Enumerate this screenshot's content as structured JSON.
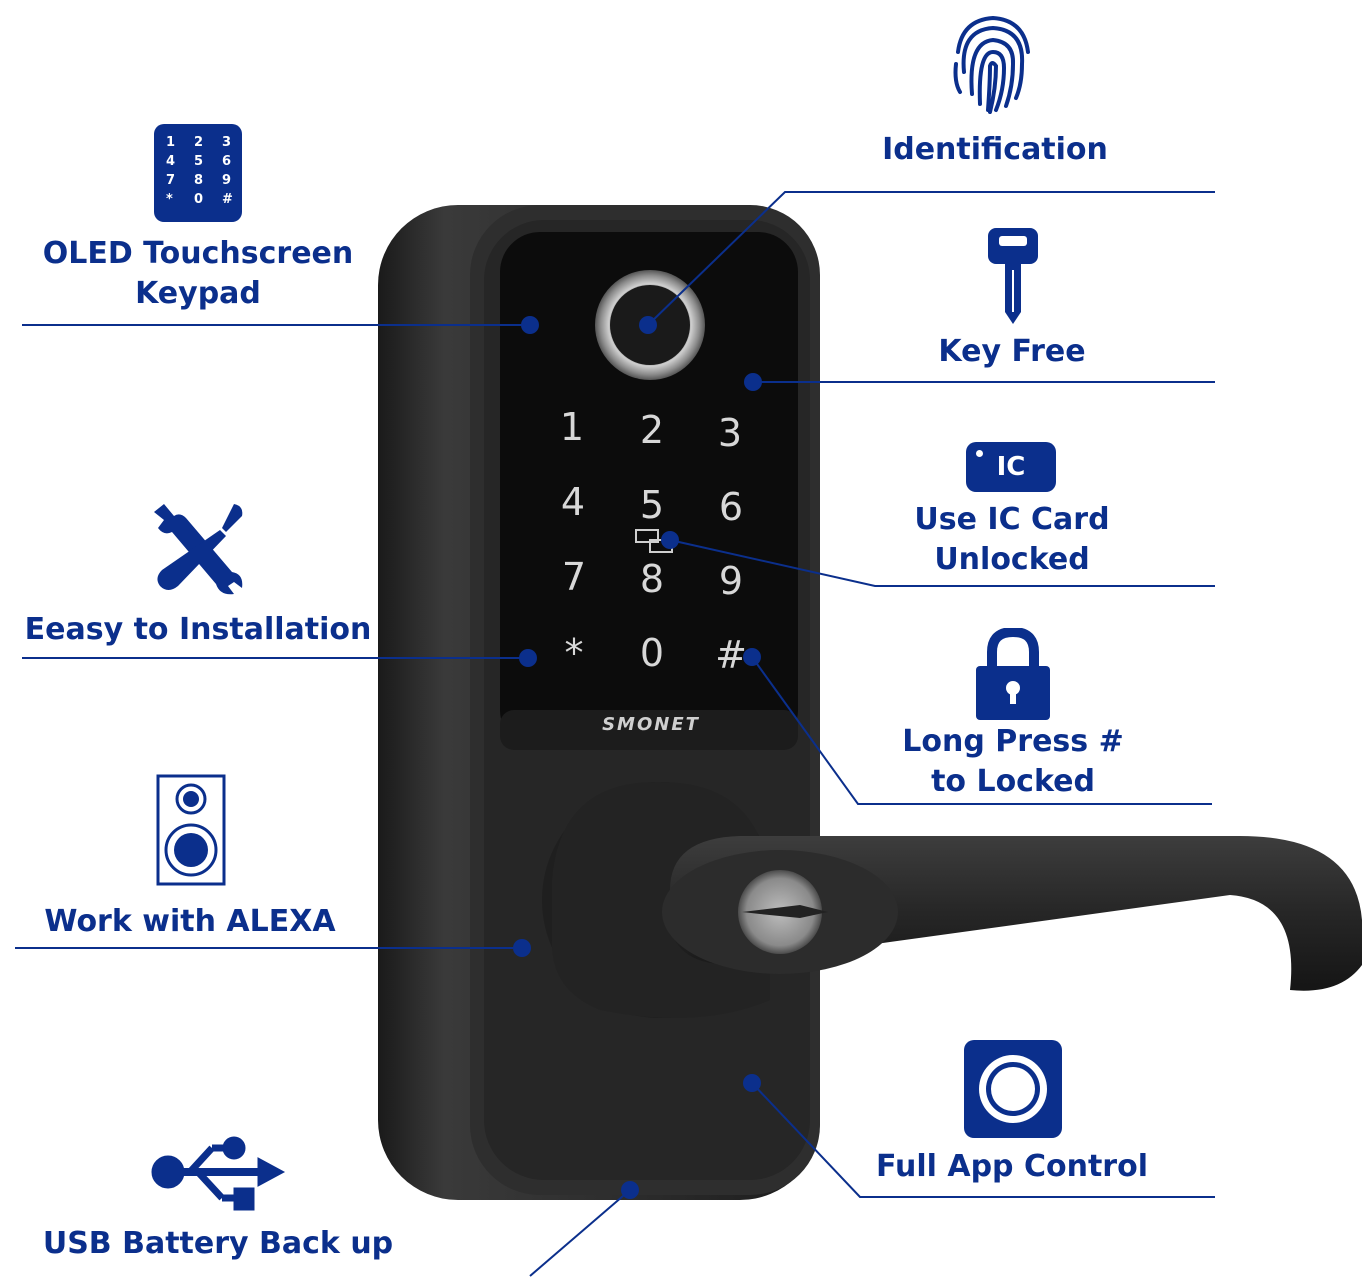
{
  "colors": {
    "accent": "#0b2f8c",
    "lock_body": "#2a2a2a",
    "panel": "#0c0c0c",
    "key_digit": "#d8d8d8"
  },
  "features": {
    "keypad": {
      "line1": "OLED Touchscreen",
      "line2": "Keypad",
      "icon": "keypad-icon"
    },
    "fingerprint": {
      "label": "Identification",
      "icon": "fingerprint-icon"
    },
    "key_free": {
      "label": "Key Free",
      "icon": "key-icon"
    },
    "ic_card": {
      "badge": "IC",
      "line1": "Use IC Card",
      "line2": "Unlocked",
      "icon": "ic-card-icon"
    },
    "installation": {
      "label": "Eeasy to Installation",
      "icon": "tools-icon"
    },
    "lock": {
      "line1": "Long Press #",
      "line2": "to Locked",
      "icon": "padlock-icon"
    },
    "alexa": {
      "label": "Work with ALEXA",
      "icon": "speaker-icon"
    },
    "app": {
      "label": "Full App Control",
      "icon": "app-icon"
    },
    "usb": {
      "label": "USB Battery Back up",
      "icon": "usb-icon"
    }
  },
  "keypad_icon_digits": [
    "1",
    "2",
    "3",
    "4",
    "5",
    "6",
    "7",
    "8",
    "9",
    "*",
    "0",
    "#"
  ],
  "device": {
    "brand": "SMONET",
    "keys": [
      "1",
      "2",
      "3",
      "4",
      "5",
      "6",
      "7",
      "8",
      "9",
      "*",
      "0",
      "#"
    ]
  }
}
